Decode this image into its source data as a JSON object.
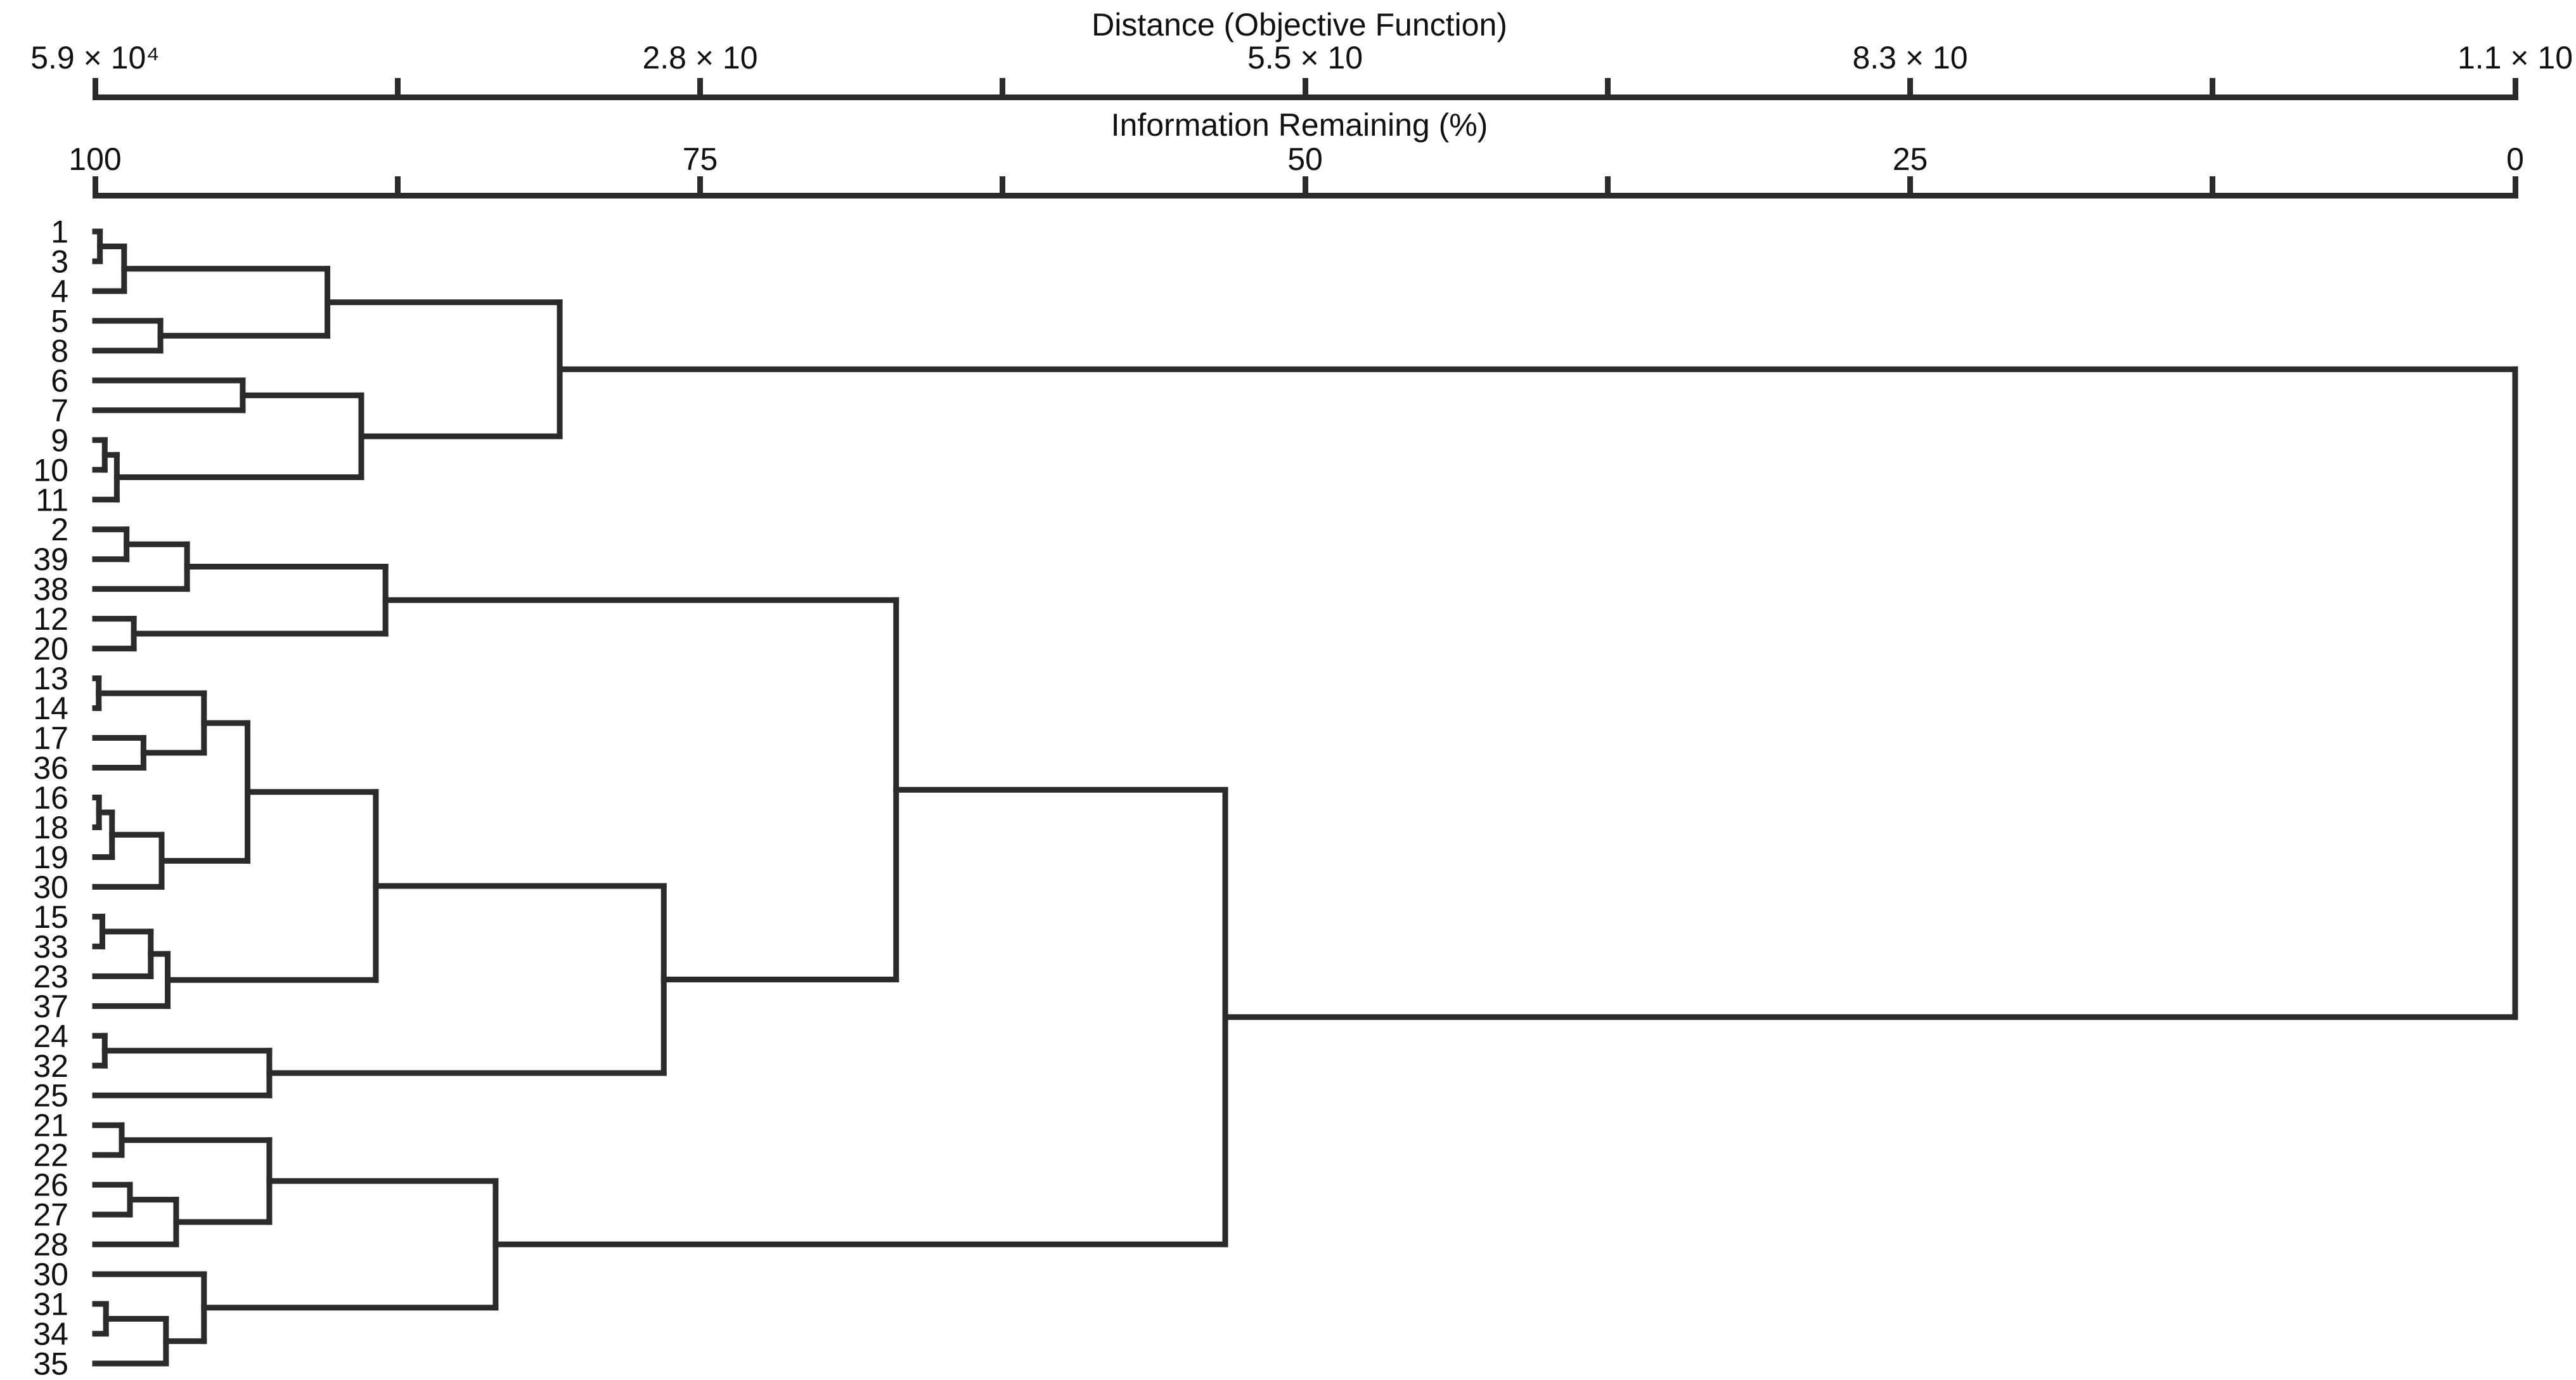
{
  "chart_data": {
    "type": "dendrogram",
    "orientation": "horizontal",
    "background": "#ffffff",
    "line_color": "#2b2b2b",
    "text_color": "#111111",
    "distance_axis": {
      "title": "Distance (Objective Function)",
      "tick_labels": [
        "5.9 × 10⁴",
        "2.8 × 10",
        "5.5 × 10",
        "8.3 × 10",
        "1.1 × 10"
      ]
    },
    "info_axis": {
      "title": "Information Remaining (%)",
      "tick_labels": [
        "100",
        "75",
        "50",
        "25",
        "0"
      ]
    },
    "leaves": [
      "1",
      "3",
      "4",
      "5",
      "8",
      "6",
      "7",
      "9",
      "10",
      "11",
      "2",
      "39",
      "38",
      "12",
      "20",
      "13",
      "14",
      "17",
      "36",
      "16",
      "18",
      "19",
      "30",
      "15",
      "33",
      "23",
      "37",
      "24",
      "32",
      "25",
      "21",
      "22",
      "26",
      "27",
      "28",
      "30",
      "31",
      "34",
      "35"
    ],
    "axis_fraction_note": "x = merge position as fraction of axis from left (100% info) to right (0% info)",
    "linkage": {
      "x": 1.0,
      "children": [
        {
          "x": 0.192,
          "children": [
            {
              "x": 0.096,
              "children": [
                {
                  "x": 0.012,
                  "children": [
                    {
                      "x": 0.002,
                      "children": [
                        {
                          "leaf": "1"
                        },
                        {
                          "leaf": "3"
                        }
                      ]
                    },
                    {
                      "leaf": "4"
                    }
                  ]
                },
                {
                  "x": 0.027,
                  "children": [
                    {
                      "leaf": "5"
                    },
                    {
                      "leaf": "8"
                    }
                  ]
                }
              ]
            },
            {
              "x": 0.11,
              "children": [
                {
                  "x": 0.061,
                  "children": [
                    {
                      "leaf": "6"
                    },
                    {
                      "leaf": "7"
                    }
                  ]
                },
                {
                  "x": 0.009,
                  "children": [
                    {
                      "x": 0.004,
                      "children": [
                        {
                          "leaf": "9"
                        },
                        {
                          "leaf": "10"
                        }
                      ]
                    },
                    {
                      "leaf": "11"
                    }
                  ]
                }
              ]
            }
          ]
        },
        {
          "x": 0.467,
          "children": [
            {
              "x": 0.331,
              "children": [
                {
                  "x": 0.12,
                  "children": [
                    {
                      "x": 0.038,
                      "children": [
                        {
                          "x": 0.013,
                          "children": [
                            {
                              "leaf": "2"
                            },
                            {
                              "leaf": "39"
                            }
                          ]
                        },
                        {
                          "leaf": "38"
                        }
                      ]
                    },
                    {
                      "x": 0.016,
                      "children": [
                        {
                          "leaf": "12"
                        },
                        {
                          "leaf": "20"
                        }
                      ]
                    }
                  ]
                },
                {
                  "x": 0.235,
                  "children": [
                    {
                      "x": 0.116,
                      "children": [
                        {
                          "x": 0.063,
                          "children": [
                            {
                              "x": 0.045,
                              "children": [
                                {
                                  "x": 0.0015,
                                  "children": [
                                    {
                                      "leaf": "13"
                                    },
                                    {
                                      "leaf": "14"
                                    }
                                  ]
                                },
                                {
                                  "x": 0.02,
                                  "children": [
                                    {
                                      "leaf": "17"
                                    },
                                    {
                                      "leaf": "36"
                                    }
                                  ]
                                }
                              ]
                            },
                            {
                              "x": 0.0275,
                              "children": [
                                {
                                  "x": 0.007,
                                  "children": [
                                    {
                                      "x": 0.0016,
                                      "children": [
                                        {
                                          "leaf": "16"
                                        },
                                        {
                                          "leaf": "18"
                                        }
                                      ]
                                    },
                                    {
                                      "leaf": "19"
                                    }
                                  ]
                                },
                                {
                                  "leaf": "30"
                                }
                              ]
                            }
                          ]
                        },
                        {
                          "x": 0.03,
                          "children": [
                            {
                              "x": 0.023,
                              "children": [
                                {
                                  "x": 0.003,
                                  "children": [
                                    {
                                      "leaf": "15"
                                    },
                                    {
                                      "leaf": "33"
                                    }
                                  ]
                                },
                                {
                                  "leaf": "23"
                                }
                              ]
                            },
                            {
                              "leaf": "37"
                            }
                          ]
                        }
                      ]
                    },
                    {
                      "x": 0.072,
                      "children": [
                        {
                          "x": 0.004,
                          "children": [
                            {
                              "leaf": "24"
                            },
                            {
                              "leaf": "32"
                            }
                          ]
                        },
                        {
                          "leaf": "25"
                        }
                      ]
                    }
                  ]
                }
              ]
            },
            {
              "x": 0.1655,
              "children": [
                {
                  "x": 0.072,
                  "children": [
                    {
                      "x": 0.011,
                      "children": [
                        {
                          "leaf": "21"
                        },
                        {
                          "leaf": "22"
                        }
                      ]
                    },
                    {
                      "x": 0.0335,
                      "children": [
                        {
                          "x": 0.0144,
                          "children": [
                            {
                              "leaf": "26"
                            },
                            {
                              "leaf": "27"
                            }
                          ]
                        },
                        {
                          "leaf": "28"
                        }
                      ]
                    }
                  ]
                },
                {
                  "x": 0.045,
                  "children": [
                    {
                      "leaf": "30"
                    },
                    {
                      "x": 0.0293,
                      "children": [
                        {
                          "x": 0.0045,
                          "children": [
                            {
                              "leaf": "31"
                            },
                            {
                              "leaf": "34"
                            }
                          ]
                        },
                        {
                          "leaf": "35"
                        }
                      ]
                    }
                  ]
                }
              ]
            }
          ]
        }
      ]
    }
  }
}
